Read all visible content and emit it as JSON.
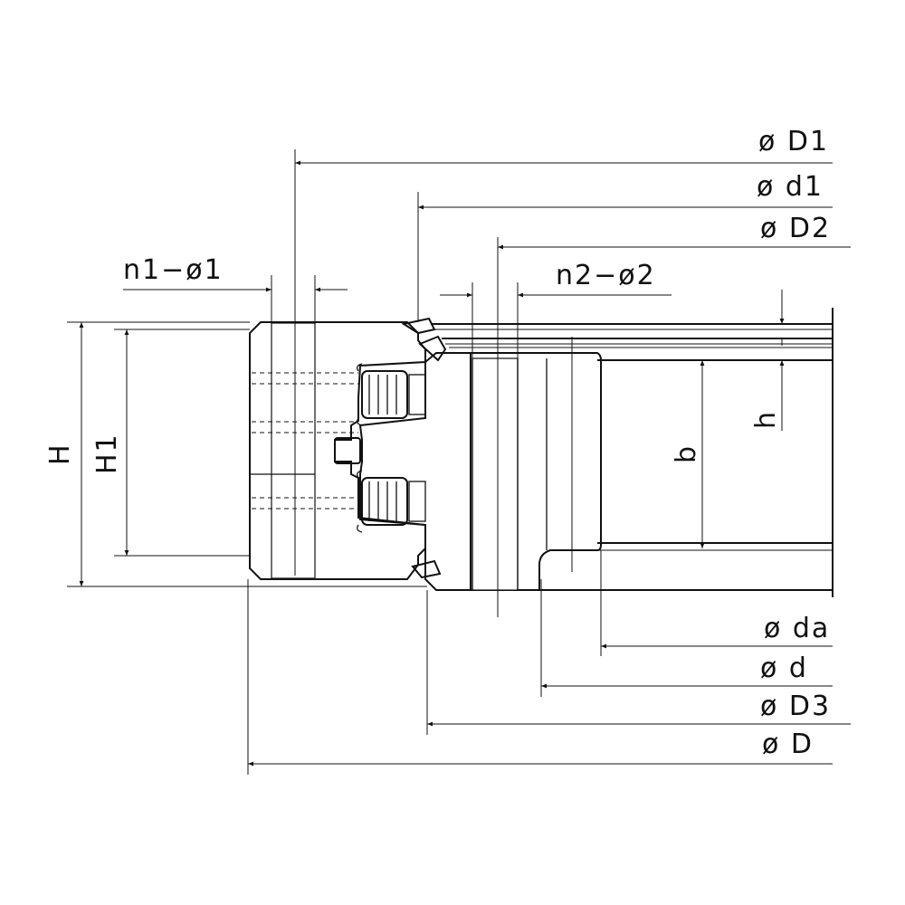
{
  "labels": {
    "D1": "ø  D1",
    "d1": "ø  d1",
    "D2": "ø  D2",
    "n2": "n2−ø2",
    "n1": "n1−ø1",
    "H": "H",
    "H1": "H1",
    "b": "b",
    "h": "h",
    "da": "ø  da",
    "d": "ø  d",
    "D3": "ø  D3",
    "D": "ø  D"
  }
}
